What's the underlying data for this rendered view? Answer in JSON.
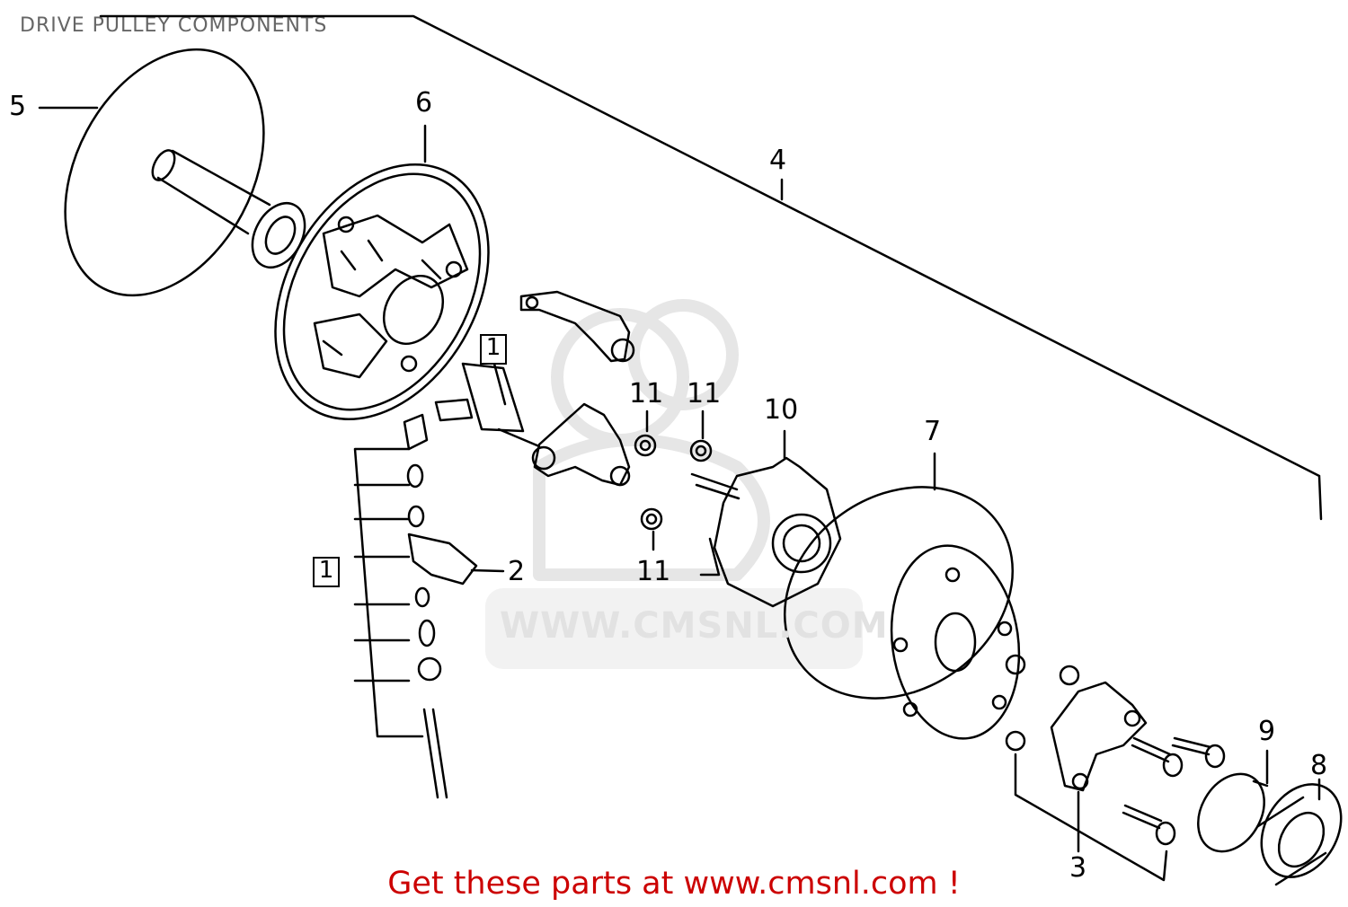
{
  "title": "DRIVE PULLEY COMPONENTS",
  "watermark": "WWW.CMSNL.COM",
  "footer": "Get these parts at www.cmsnl.com !",
  "callouts": {
    "c1_upper": "1",
    "c1_lower": "1",
    "c2": "2",
    "c3": "3",
    "c4": "4",
    "c5": "5",
    "c6": "6",
    "c7": "7",
    "c8": "8",
    "c9": "9",
    "c10": "10",
    "c11_a": "11",
    "c11_b": "11",
    "c11_c": "11"
  },
  "colors": {
    "line": "#000000",
    "title": "#666666",
    "watermark": "#e2e2e2",
    "footer": "#cc0000"
  }
}
